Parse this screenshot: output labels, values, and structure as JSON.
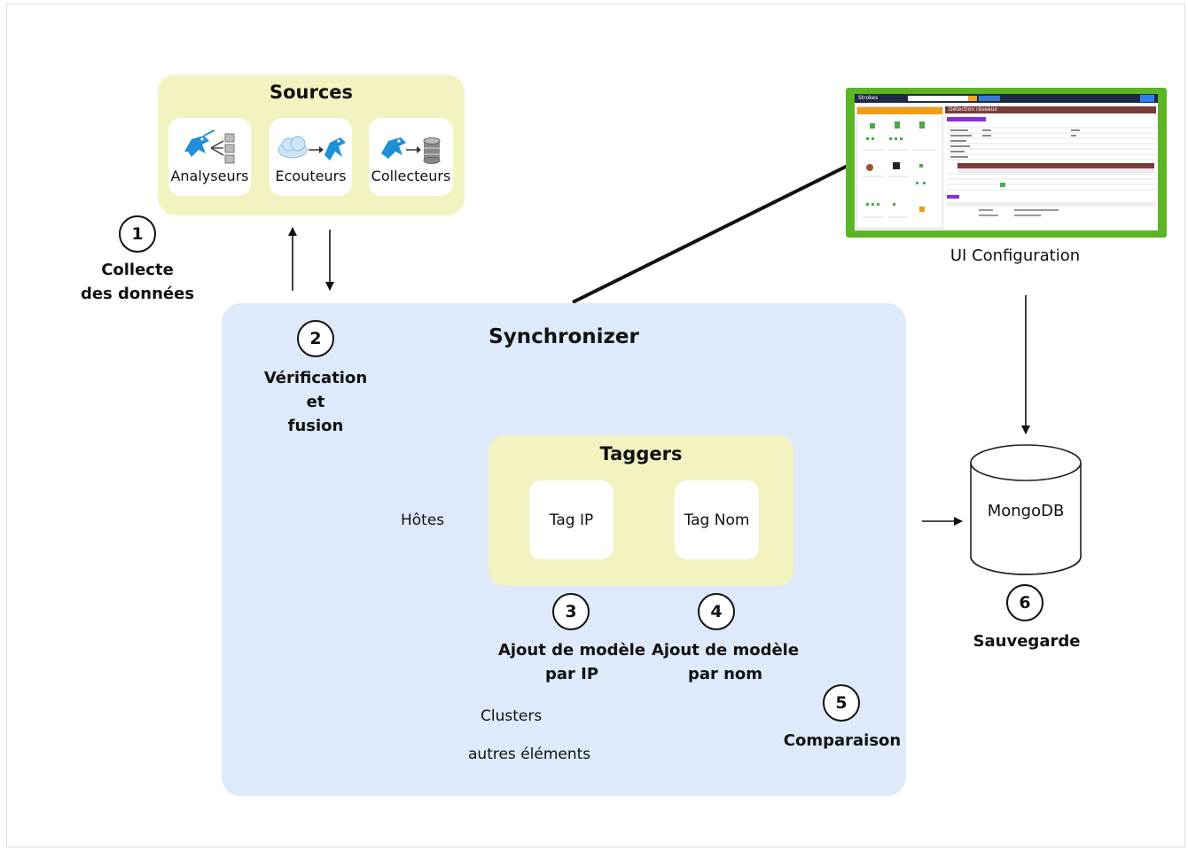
{
  "sources": {
    "title": "Sources",
    "items": [
      {
        "label": "Analyseurs",
        "icon": "lizard-analyzer-icon"
      },
      {
        "label": "Ecouteurs",
        "icon": "cloud-listener-icon"
      },
      {
        "label": "Collecteurs",
        "icon": "lizard-database-icon"
      }
    ]
  },
  "steps": [
    {
      "number": "1",
      "line1": "Collecte",
      "line2": "des données"
    },
    {
      "number": "2",
      "line1": "Vérification",
      "line2": "et",
      "line3": "fusion"
    },
    {
      "number": "3",
      "line1": "Ajout de modèle",
      "line2": "par IP"
    },
    {
      "number": "4",
      "line1": "Ajout de modèle",
      "line2": "par nom"
    },
    {
      "number": "5",
      "line1": "Comparaison"
    },
    {
      "number": "6",
      "line1": "Sauvegarde"
    }
  ],
  "synchronizer": {
    "title": "Synchronizer"
  },
  "taggers": {
    "title": "Taggers",
    "tag_ip": "Tag IP",
    "tag_nom": "Tag Nom"
  },
  "flows": {
    "hotes": "Hôtes",
    "clusters": "Clusters",
    "autres": "autres éléments"
  },
  "ui_config": {
    "label": "UI Configuration",
    "app_name": "Strokes",
    "panel_title": "Détection réseaux"
  },
  "database": {
    "label": "MongoDB"
  },
  "colors": {
    "sources_bg": "#f3f3c1",
    "synchronizer_bg": "#deeafa",
    "taggers_bg": "#f3f3c1",
    "screenshot_border": "#5bb524",
    "icon_blue": "#1e90d8"
  }
}
